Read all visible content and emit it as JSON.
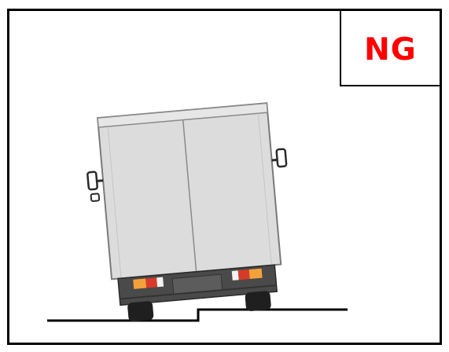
{
  "badge": {
    "label": "NG",
    "color": "#ff0000"
  },
  "scene": {
    "subject": "truck-rear-view",
    "state": "tilted-on-uneven-ground",
    "colors": {
      "cargo_box": "#dcdcdc",
      "chassis": "#4a4a4a",
      "tire": "#1f1f1f",
      "lamp_orange": "#f5a13a",
      "lamp_red": "#d83a2a",
      "ground_line": "#000000"
    }
  }
}
